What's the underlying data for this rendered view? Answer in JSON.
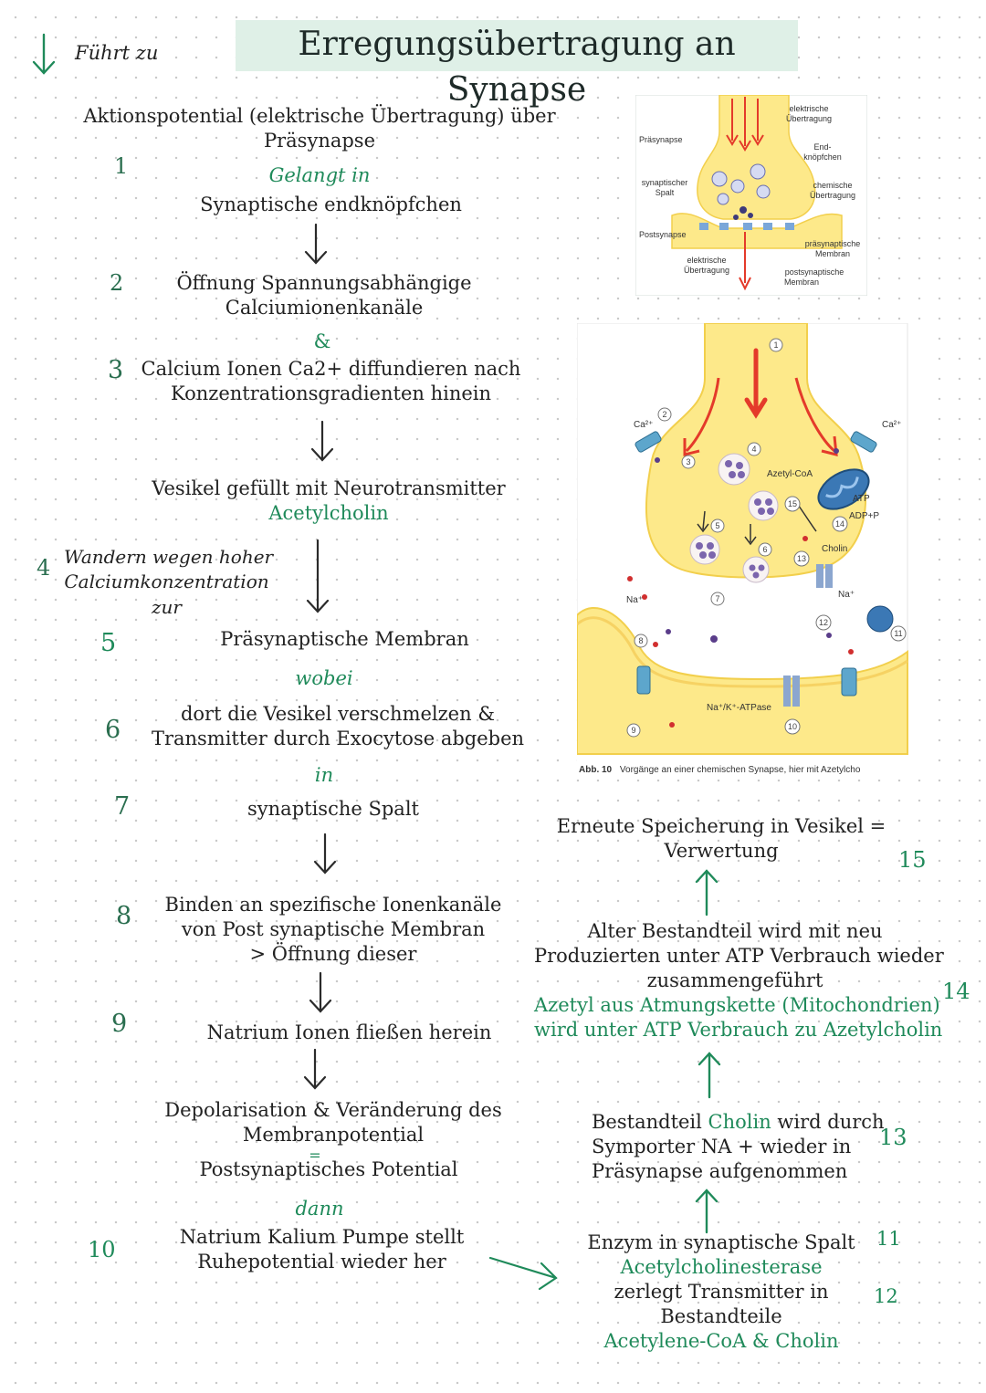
{
  "header": {
    "legend_label": "Führt zu",
    "title": "Erregungsübertragung an Synapse"
  },
  "steps": {
    "s1_line1": "Aktionspotential (elektrische Übertragung) über",
    "s1_line2": "Präsynapse",
    "s1_num": "1",
    "conn_gelangt": "Gelangt in",
    "s1b": "Synaptische endknöpfchen",
    "s2_num": "2",
    "s2_line1": "Öffnung Spannungsabhängige",
    "s2_line2": "Calciumionenkanäle",
    "amp": "&",
    "s3_num": "3",
    "s3_line1": "Calcium Ionen Ca2+ diffundieren nach",
    "s3_line2": "Konzentrationsgradienten hinein",
    "s4a_line1": "Vesikel gefüllt mit Neurotransmitter",
    "s4a_line2": "Acetylcholin",
    "s4_num": "4",
    "s4_side1": "Wandern wegen hoher",
    "s4_side2": "Calciumkonzentration",
    "s4_side3": "zur",
    "s5_num": "5",
    "s5": "Präsynaptische Membran",
    "conn_wobei": "wobei",
    "s6_num": "6",
    "s6_line1": "dort die Vesikel verschmelzen &",
    "s6_line2": "Transmitter durch Exocytose abgeben",
    "conn_in": "in",
    "s7_num": "7",
    "s7": "synaptische Spalt",
    "s8_num": "8",
    "s8_line1": "Binden an spezifische Ionenkanäle",
    "s8_line2": "von Post synaptische Membran",
    "s8_line3": "> Öffnung dieser",
    "s9_num": "9",
    "s9": "Natrium Ionen fließen herein",
    "s9b_line1": "Depolarisation & Veränderung des",
    "s9b_line2": "Membranpotential",
    "equals": "=",
    "s9b_line3": "Postsynaptisches Potential",
    "conn_dann": "dann",
    "s10_num": "10",
    "s10_line1": "Natrium Kalium Pumpe stellt",
    "s10_line2": "Ruhepotential wieder her"
  },
  "right": {
    "s15_line1": "Erneute Speicherung in Vesikel =",
    "s15_line2": "Verwertung",
    "s15_num": "15",
    "s14_line1": "Alter Bestandteil wird mit neu",
    "s14_line2": "Produzierten unter ATP Verbrauch wieder",
    "s14_line3": "zusammengeführt",
    "s14_line4": "Azetyl aus Atmungskette (Mitochondrien)",
    "s14_line5": "wird unter ATP Verbrauch zu Azetylcholin",
    "s14_num": "14",
    "s13_pre": "Bestandteil ",
    "s13_green": "Cholin",
    "s13_post": " wird durch",
    "s13_line2": "Symporter NA + wieder in",
    "s13_line3": "Präsynapse aufgenommen",
    "s13_num": "13",
    "s11_line1": "Enzym in synaptische Spalt",
    "s11_line2": "Acetylcholinesterase",
    "s11_num": "11",
    "s12_line1": "zerlegt Transmitter in",
    "s12_line2": "Bestandteile",
    "s12_line3": "Acetylene-CoA & Cholin",
    "s12_num": "12"
  },
  "figure_small": {
    "elektrische_oben": "elektrische",
    "uebertragung_oben": "Übertragung",
    "praesynapse": "Präsynapse",
    "endkn1": "End-",
    "endkn2": "knöpfchen",
    "synspalt1": "synaptischer",
    "synspalt2": "Spalt",
    "chem1": "chemische",
    "chem2": "Übertragung",
    "postsynapse": "Postsynapse",
    "praemem1": "präsynaptische",
    "praemem2": "Membran",
    "elektrische_unten": "elektrische",
    "uebertragung_unten": "Übertragung",
    "postmem1": "postsynaptische",
    "postmem2": "Membran"
  },
  "figure_large": {
    "ca_left": "Ca²⁺",
    "ca_right": "Ca²⁺",
    "azetyl_coa": "Azetyl-CoA",
    "atp": "ATP",
    "adp": "ADP+P",
    "cholin": "Cholin",
    "na_left": "Na⁺",
    "na_right": "Na⁺",
    "pump": "Na⁺/K⁺-ATPase",
    "n1": "1",
    "n2": "2",
    "n3": "3",
    "n4": "4",
    "n5": "5",
    "n6": "6",
    "n7": "7",
    "n8": "8",
    "n9": "9",
    "n10": "10",
    "n11": "11",
    "n12": "12",
    "n13": "13",
    "n14": "14",
    "n15": "15",
    "caption_bold": "Abb. 10",
    "caption": "Vorgänge an einer chemischen Synapse, hier mit Azetylcho"
  },
  "colors": {
    "accent_green": "#1f8a5a",
    "title_bg": "#dff0e7",
    "synapse_yellow": "#fde98a",
    "arrow_red": "#e43a2a"
  }
}
